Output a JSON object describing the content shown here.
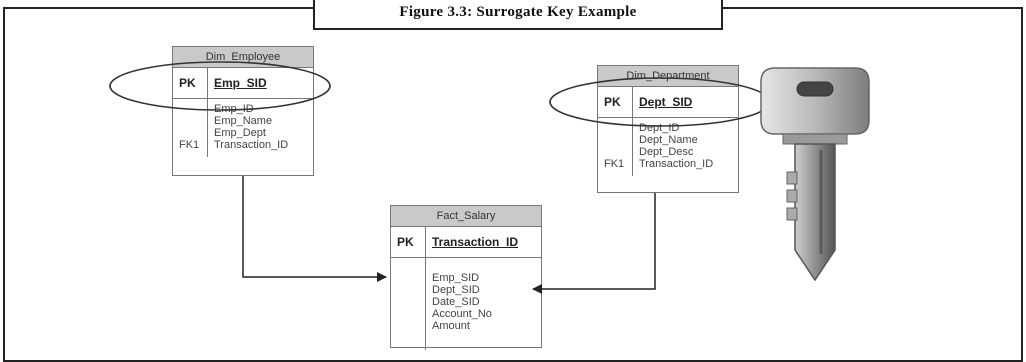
{
  "figure": {
    "caption": "Figure 3.3: Surrogate Key Example"
  },
  "tables": {
    "employee": {
      "name": "Dim_Employee",
      "pk_label": "PK",
      "pk_field": "Emp_SID",
      "fields": [
        "Emp_ID",
        "Emp_Name",
        "Emp_Dept",
        "Transaction_ID"
      ],
      "fk_labels": [
        "",
        "",
        "",
        "FK1"
      ]
    },
    "department": {
      "name": "Dim_Department",
      "pk_label": "PK",
      "pk_field": "Dept_SID",
      "fields": [
        "Dept_ID",
        "Dept_Name",
        "Dept_Desc",
        "Transaction_ID"
      ],
      "fk_labels": [
        "",
        "",
        "",
        "FK1"
      ]
    },
    "fact": {
      "name": "Fact_Salary",
      "pk_label": "PK",
      "pk_field": "Transaction_ID",
      "fields": [
        "Emp_SID",
        "Dept_SID",
        "Date_SID",
        "Account_No",
        "Amount"
      ],
      "fk_labels": [
        "",
        "",
        "",
        "",
        ""
      ]
    }
  },
  "relationships": [
    {
      "from": "Dim_Employee",
      "to": "Fact_Salary"
    },
    {
      "from": "Dim_Department",
      "to": "Fact_Salary"
    }
  ],
  "illustration": {
    "icon": "key-icon",
    "colors": {
      "metal": "#b9b9b9",
      "dark": "#555555"
    }
  }
}
